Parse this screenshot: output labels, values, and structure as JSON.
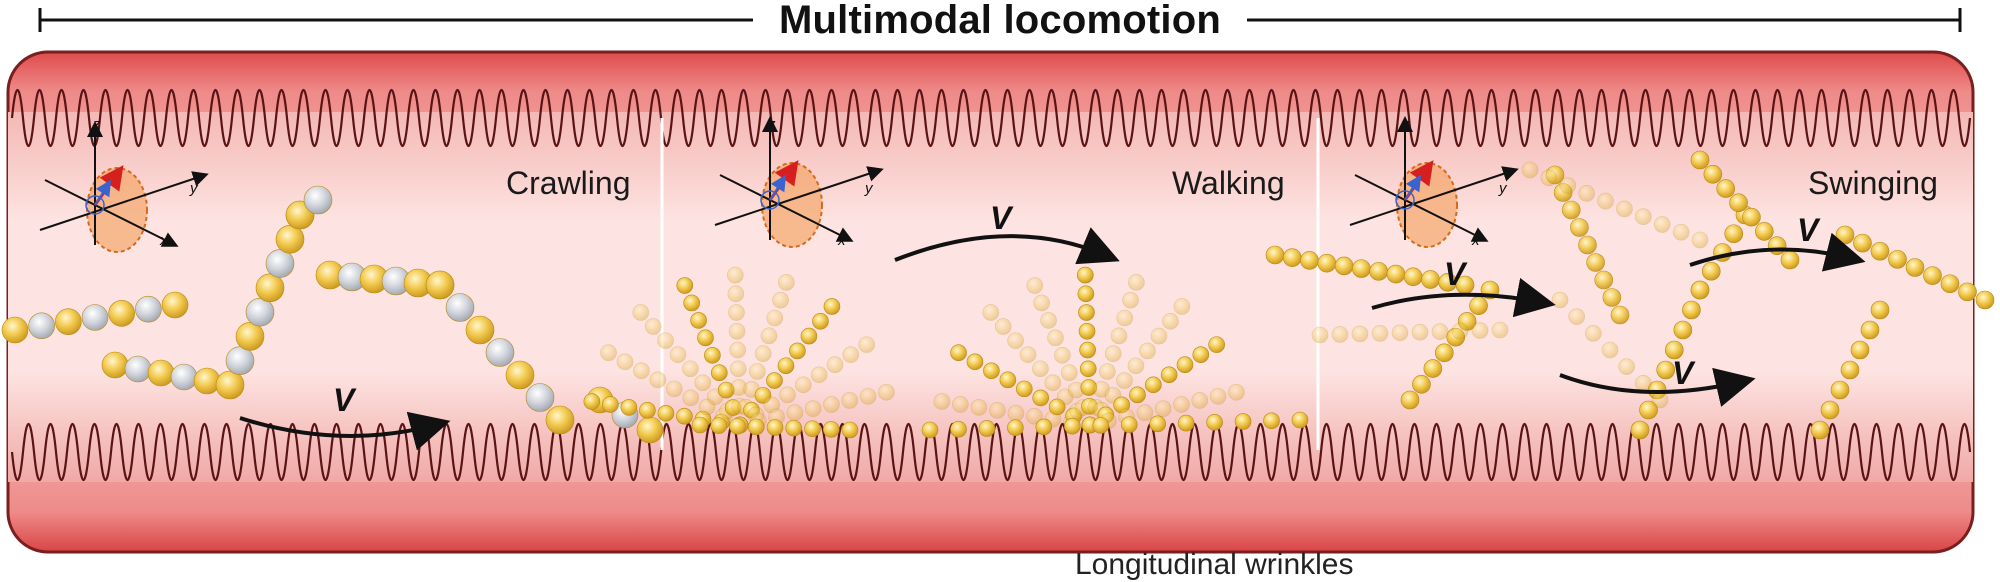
{
  "header": {
    "title": "Multimodal locomotion"
  },
  "panels": [
    {
      "label": "Crawling",
      "velocity_label": "V"
    },
    {
      "label": "Walking",
      "velocity_label": "V"
    },
    {
      "label": "Swinging",
      "velocity_labels": [
        "V",
        "V",
        "V"
      ]
    }
  ],
  "axes": {
    "x": "x",
    "y": "y",
    "z": "z"
  },
  "footer": {
    "partial_text": "Longitudinal  wrinkles"
  },
  "colors": {
    "tube_red": "#e8595a",
    "tube_inner": "#f7cfcd",
    "bead_yellow": "#f2c84b",
    "bead_grey": "#c9ccd3",
    "arrow": "#111111",
    "axis_red": "#d62020",
    "axis_blue": "#3a63d0",
    "cone_orange": "#f4a261"
  }
}
